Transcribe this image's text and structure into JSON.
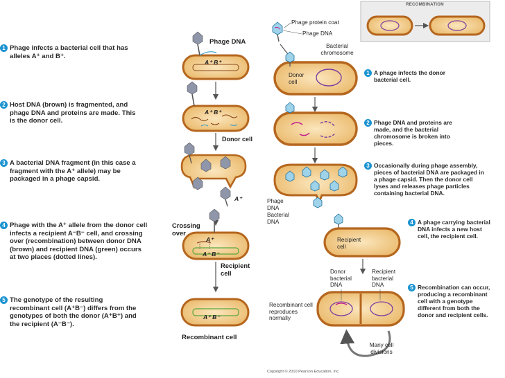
{
  "left_steps": [
    {
      "num": "1",
      "text": "Phage infects a bacterial cell that has alleles A⁺ and B⁺."
    },
    {
      "num": "2",
      "text": "Host DNA (brown) is fragmented, and phage DNA and proteins are made. This is the donor cell."
    },
    {
      "num": "3",
      "text": "A bacterial DNA fragment (in this case a fragment with the A⁺ allele) may be packaged in a phage capsid."
    },
    {
      "num": "4",
      "text": "Phage with the A⁺ allele from the donor cell infects a recipient A⁻B⁻ cell, and crossing over (recombination) between donor DNA (brown) and recipient DNA (green) occurs at two places (dotted lines)."
    },
    {
      "num": "5",
      "text": "The genotype of the resulting recombinant cell (A⁺B⁻) differs from the genotypes of both the donor (A⁺B⁺) and the recipient (A⁻B⁻)."
    }
  ],
  "middle_labels": {
    "phage_dna": "Phage DNA",
    "donor_cell": "Donor cell",
    "a_plus": "A⁺",
    "crossing_over": "Crossing over",
    "recipient_cell": "Recipient cell",
    "recombinant_cell": "Recombinant cell",
    "gen1": "A⁺ B⁺",
    "gen2": "A⁺ B⁺",
    "gen4a": "A⁺",
    "gen4b": "A⁻ B⁻",
    "gen5": "A⁺ B⁻"
  },
  "right_steps": [
    {
      "num": "1",
      "text": "A phage infects the donor bacterial cell."
    },
    {
      "num": "2",
      "text": "Phage DNA and proteins are made, and the bacterial chromosome is broken into pieces."
    },
    {
      "num": "3",
      "text": "Occasionally during phage assembly, pieces of bacterial DNA are packaged in a phage capsid. Then the donor cell lyses and releases phage particles containing bacterial DNA."
    },
    {
      "num": "4",
      "text": "A phage carrying bacterial DNA infects a new host cell, the recipient cell."
    },
    {
      "num": "5",
      "text": "Recombination can occur, producing a recombinant cell with a genotype different from both the donor and recipient cells."
    }
  ],
  "right_labels": {
    "phage_protein_coat": "Phage protein coat",
    "phage_dna": "Phage DNA",
    "bacterial_chromosome": "Bacterial chromosome",
    "donor_cell": "Donor cell",
    "phage_dna_2": "Phage DNA",
    "bacterial_dna": "Bacterial DNA",
    "recipient_cell": "Recipient cell",
    "donor_bacterial_dna": "Donor bacterial DNA",
    "recipient_bacterial_dna": "Recipient bacterial DNA",
    "recombinant_reproduces": "Recombinant cell reproduces normally",
    "many_divisions": "Many cell divisions"
  },
  "recombination_title": "RECOMBINATION",
  "copyright": "Copyright © 2010 Pearson Education, Inc.",
  "colors": {
    "cell_fill": "#f2d49a",
    "cell_border": "#b5661e",
    "number_badge": "#1a93d0",
    "chromosome": "#7b3fa0",
    "recipient_dna": "#59a83a",
    "donor_dna": "#8a4a1c",
    "phage": "#8f96aa"
  }
}
